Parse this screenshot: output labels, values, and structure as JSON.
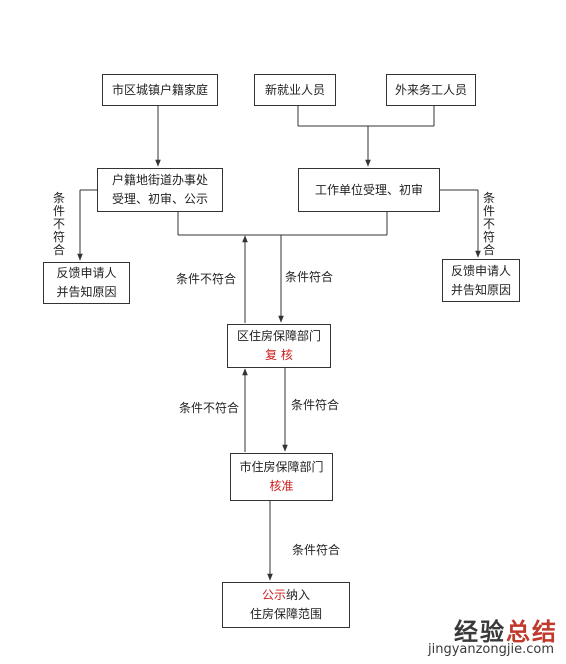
{
  "nodes": {
    "urban_household": "市区城镇户籍家庭",
    "new_employee": "新就业人员",
    "migrant_worker": "外来务工人员",
    "street_office_line1": "户籍地街道办事处",
    "street_office_line2": "受理、初审、公示",
    "employer": "工作单位受理、初审",
    "feedback_left_line1": "反馈申请人",
    "feedback_left_line2": "并告知原因",
    "feedback_right_line1": "反馈申请人",
    "feedback_right_line2": "并告知原因",
    "district_line1": "区住房保障部门",
    "district_line2": "复 核",
    "city_line1": "市住房保障部门",
    "city_line2": "核准",
    "publish_red": "公示",
    "publish_rest": "纳入",
    "publish_line2": "住房保障范围"
  },
  "labels": {
    "unqualified_left_vertical": "条件不符合",
    "unqualified_right_vertical": "条件不符合",
    "unqualified_1": "条件不符合",
    "qualified_1": "条件符合",
    "unqualified_2": "条件不符合",
    "qualified_2": "条件符合",
    "qualified_3": "条件符合"
  },
  "watermark": {
    "cn_part1": "经验",
    "cn_part2": "总结",
    "en": "jingyanzongjie.com"
  },
  "colors": {
    "line": "#333333",
    "highlight": "#cc1f1f"
  }
}
